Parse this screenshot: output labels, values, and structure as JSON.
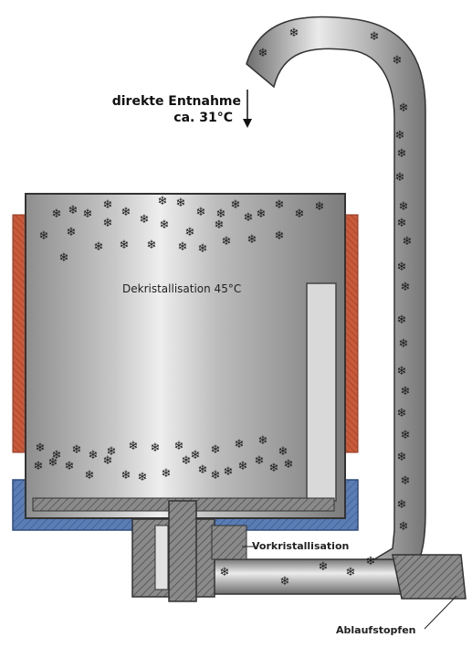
{
  "labels": {
    "direct_removal_line1": "direkte Entnahme",
    "direct_removal_line2": "ca. 31°C",
    "decrystallisation": "Dekristallisation 45°C",
    "pre_crystallisation": "Vorkristallisation",
    "drain_plug": "Ablaufstopfen"
  },
  "icons": {
    "crystal": "snowflake-icon",
    "crystal_glyph": "❄"
  },
  "colors": {
    "heater": "#c85a3a",
    "cooling_jacket": "#4a6fa5",
    "tank_metal": "#a8a8a8",
    "tank_highlight": "#e8e8e8",
    "hatch": "#555555"
  }
}
